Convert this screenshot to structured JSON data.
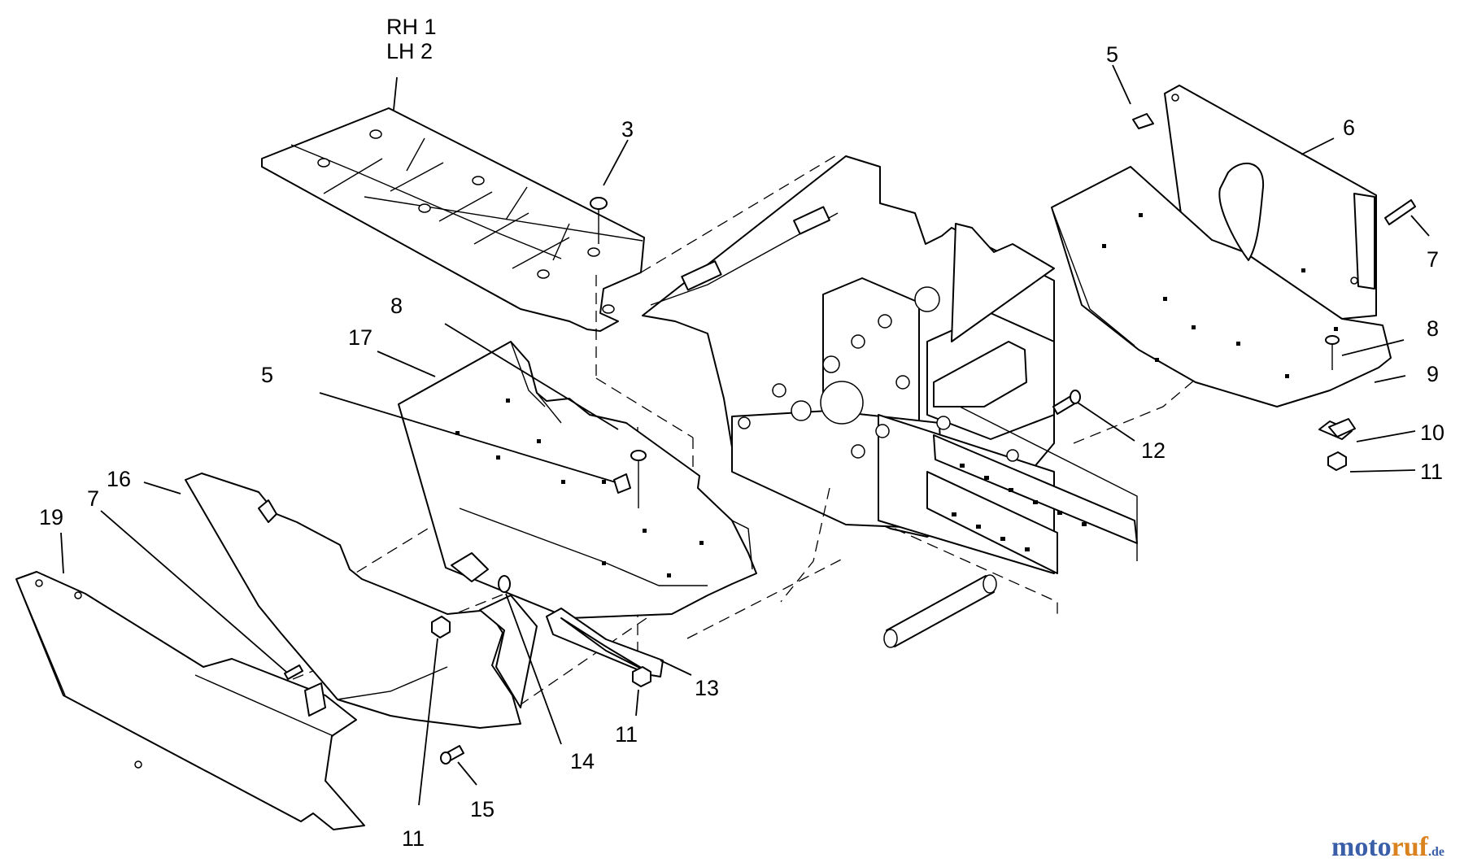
{
  "callouts": {
    "rh1": "RH 1",
    "lh2": "LH 2",
    "c3": "3",
    "c5_top": "5",
    "c6": "6",
    "c7_right": "7",
    "c8_right": "8",
    "c9": "9",
    "c10": "10",
    "c11_right": "11",
    "c12": "12",
    "c8_left": "8",
    "c17": "17",
    "c5_left": "5",
    "c16": "16",
    "c7_left": "7",
    "c19": "19",
    "c13": "13",
    "c11_center": "11",
    "c14": "14",
    "c15": "15",
    "c11_bottom": "11"
  },
  "watermark": {
    "part1": "moto",
    "part2": "ruf",
    "part3": ".de",
    "color1": "#3a5fa8",
    "color2": "#d9821e",
    "color3": "#3a5fa8"
  }
}
